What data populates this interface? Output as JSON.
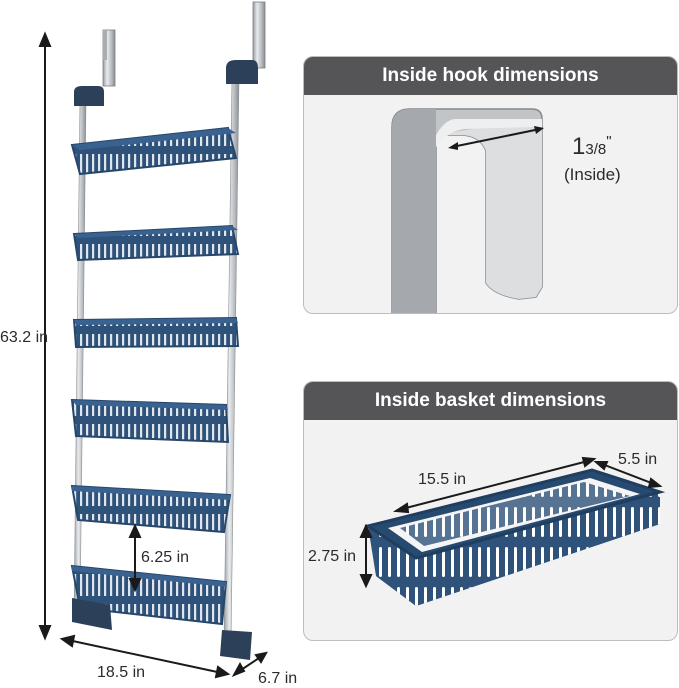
{
  "labels": {
    "height": "63.2 in",
    "width": "18.5 in",
    "depth": "6.7 in",
    "shelf_gap": "6.25 in"
  },
  "hook_panel": {
    "title": "Inside hook dimensions",
    "size_whole": "1",
    "size_fraction": "3/8",
    "size_unit": "\"",
    "size_note": "(Inside)"
  },
  "basket_panel": {
    "title": "Inside basket dimensions",
    "length": "15.5 in",
    "width": "5.5 in",
    "height": "2.75 in"
  },
  "colors": {
    "basket": "#2f527a",
    "frame": "#c8ccd0",
    "panel_header": "#555558",
    "panel_bg": "#f2f2f2",
    "dimension_line": "#1a1a1a"
  }
}
